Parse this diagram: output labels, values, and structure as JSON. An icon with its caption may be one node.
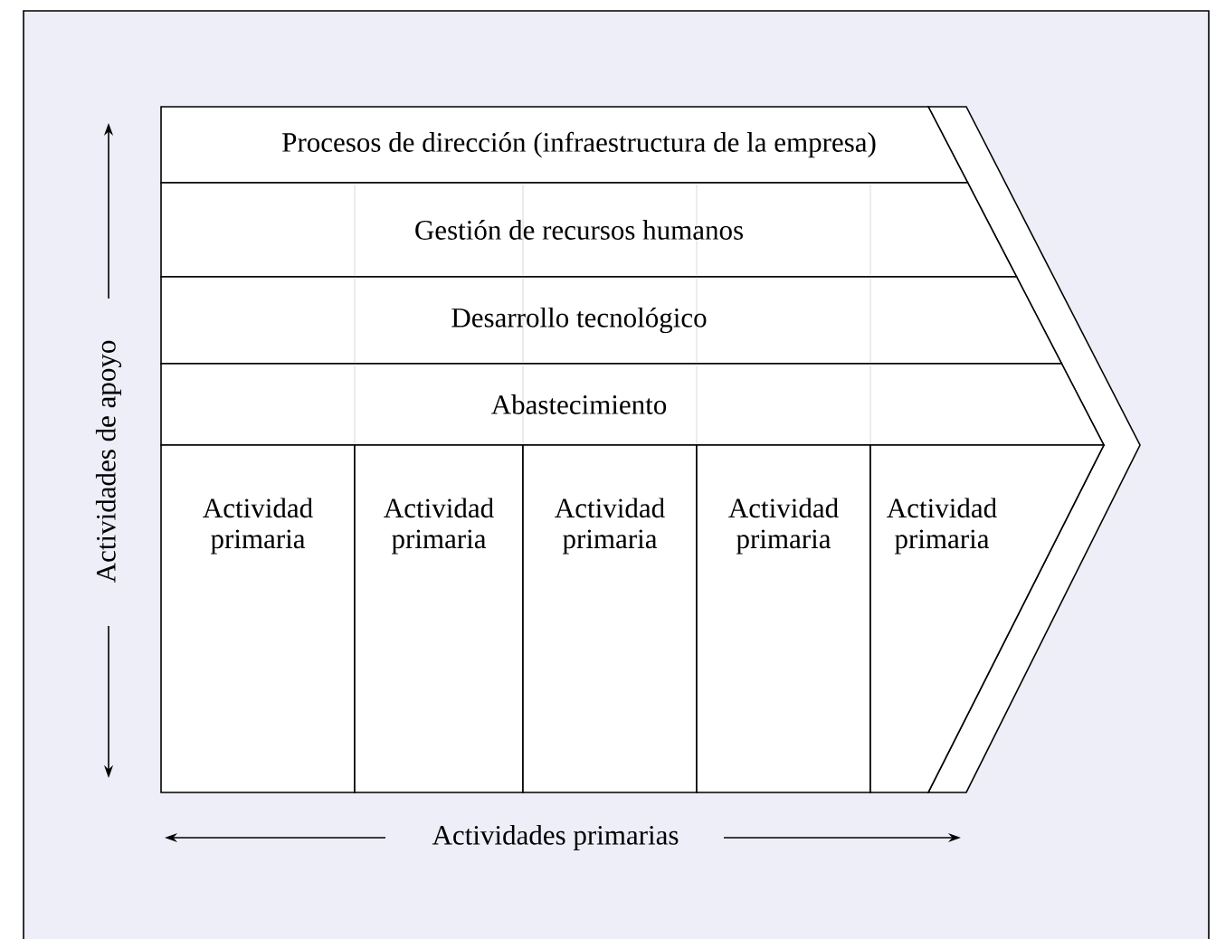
{
  "diagram": {
    "nodes": [
      {
        "text": [
          "Procesos de dirección (infraestructura de la empresa)"
        ]
      },
      {
        "text": [
          "Gestión de recursos humanos"
        ]
      },
      {
        "text": [
          "Desarrollo tecnológico"
        ]
      },
      {
        "text": [
          "Abastecimiento"
        ]
      },
      {
        "text": [
          "Actividad primaria"
        ]
      },
      {
        "text": [
          "Actividad primaria"
        ]
      },
      {
        "text": [
          "Actividad primaria"
        ]
      },
      {
        "text": [
          "Actividad primaria"
        ]
      },
      {
        "text": [
          "Actividad primaria"
        ]
      }
    ],
    "labels": [
      "Actividades de apoyo",
      "Actividades primarias"
    ]
  }
}
